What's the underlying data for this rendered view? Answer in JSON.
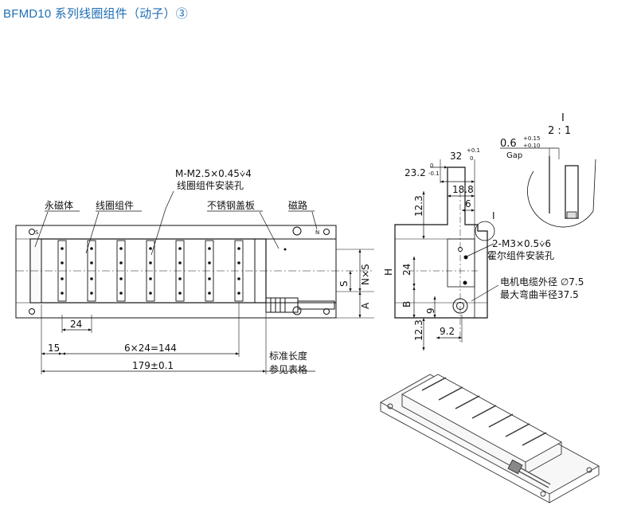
{
  "title": "BFMD10 系列线圈组件（动子）③",
  "front_view": {
    "label_magnet": "永磁体",
    "label_coil": "线圈组件",
    "label_cover": "不锈钢盖板",
    "label_magpath": "磁路",
    "thread_spec": "M-M2.5×0.45⩒4",
    "thread_desc": "线圈组件安装孔",
    "mark_s": "S",
    "mark_n": "N",
    "dim_24": "24",
    "dim_15": "15",
    "dim_6x24": "6×24=144",
    "dim_179": "179±0.1",
    "std_len_1": "标准长度",
    "std_len_2": "参见表格",
    "dim_NxS": "N×S",
    "dim_S": "S",
    "dim_A": "A",
    "dim_H": "H"
  },
  "side_view": {
    "dim_23_2": "23.2",
    "tol_23_2_up": "0",
    "tol_23_2_low": "-0.1",
    "dim_32": "32",
    "tol_32_up": "+0.1",
    "tol_32_low": "0",
    "dim_18_8": "18.8",
    "dim_6": "6",
    "dim_12_3_top": "12.3",
    "dim_24": "24",
    "dim_B": "B",
    "dim_9": "9",
    "dim_12_3_bot": "12.3",
    "dim_9_2": "9.2",
    "detail_mark": "I",
    "screw_spec": "2-M3×0.5⩒6",
    "screw_desc": "霍尔组件安装孔",
    "cable_dia": "电机电缆外径 ∅7.5",
    "cable_bend": "最大弯曲半径37.5"
  },
  "detail_view": {
    "mark": "I",
    "scale": "2 : 1",
    "gap_value": "0.6",
    "gap_tol_up": "+0.15",
    "gap_tol_low": "+0.10",
    "gap_label": "Gap"
  }
}
